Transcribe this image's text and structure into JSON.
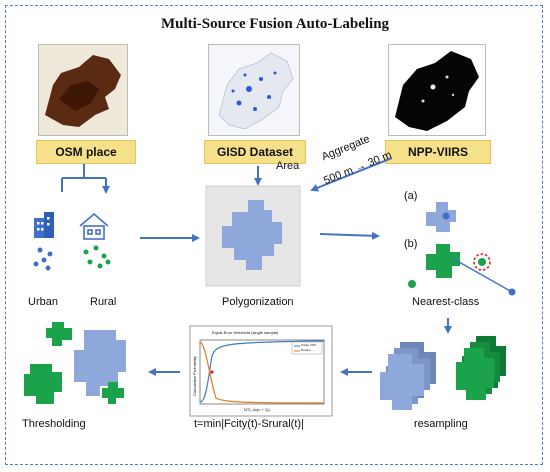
{
  "title": "Multi-Source Fusion Auto-Labeling",
  "sources": {
    "osm": "OSM place",
    "gisd": "GISD Dataset",
    "npp": "NPP-VIIRS"
  },
  "arrows": {
    "area": "Area",
    "aggregate": "Aggregate",
    "resolution": "500 m → 30 m"
  },
  "stages": {
    "urban": "Urban",
    "rural": "Rural",
    "polygonization": "Polygonization",
    "nearest_class": "Nearest-class",
    "case_a": "(a)",
    "case_b": "(b)",
    "resampling": "resampling",
    "threshold_formula": "t=min|Fcity(t)-Srural(t)|",
    "thresholding": "Thresholding"
  },
  "threshold_chart": {
    "title": "Equal-Error threshold (single sample)",
    "legend": [
      "Urban CDF",
      "Rural 1-..."
    ],
    "xlabel": "NTL (ln(x + 1))",
    "ylabel": "Cumulative Probability"
  },
  "colors": {
    "urban_blue": "#8fa8dc",
    "rural_green": "#1aa34a",
    "arrow_blue": "#4472c4",
    "band_yellow": "#f7e08a"
  }
}
